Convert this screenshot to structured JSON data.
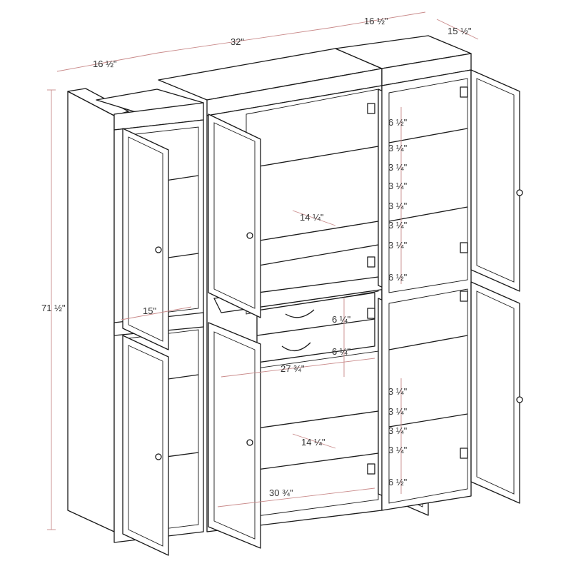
{
  "colors": {
    "line": "#1a1a1a",
    "dimension": "#c98a8a",
    "label": "#333333",
    "background": "#ffffff"
  },
  "dimensions": {
    "side_width_left": "16 ½\"",
    "center_width": "32\"",
    "side_width_right": "16 ½\"",
    "depth": "15 ½\"",
    "height": "71 ½\"",
    "side_shelf_depth": "15\"",
    "upper_shelf_width": "14 ¼\"",
    "lower_shelf_width": "14 ¼\"",
    "drawer_width": "27 ¾\"",
    "base_width": "30 ¾\"",
    "drawer_height_1": "6 ¼\"",
    "drawer_height_2": "6 ¼\"",
    "upper_spacings": [
      "6 ½\"",
      "3 ¼\"",
      "3 ¼\"",
      "3 ¼\"",
      "3 ¼\"",
      "3 ¼\"",
      "3 ¼\"",
      "6 ½\""
    ],
    "lower_spacings": [
      "3 ¼\"",
      "3 ¼\"",
      "3 ¼\"",
      "3 ¼\"",
      "6 ½\""
    ]
  }
}
